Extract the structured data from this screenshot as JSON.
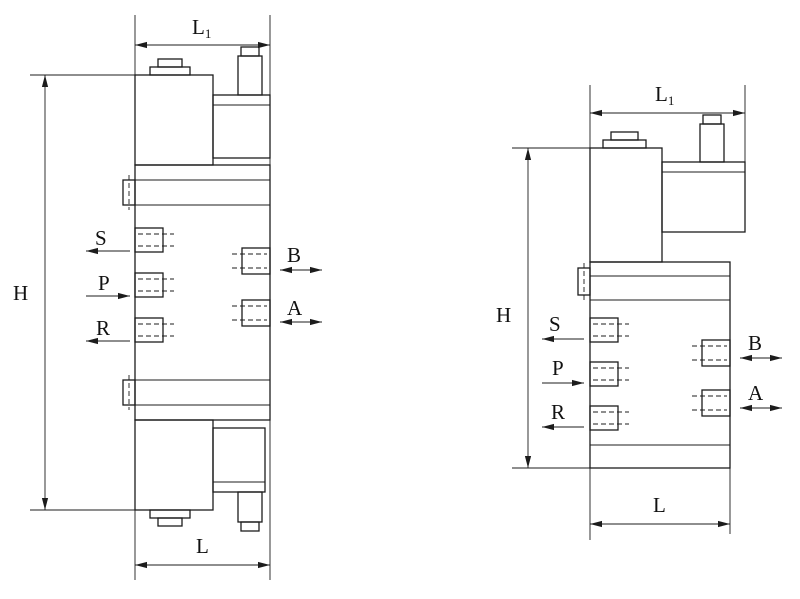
{
  "drawing": {
    "background": "#ffffff",
    "line_color": "#1c1c1c"
  },
  "figures": [
    {
      "id": "double-solenoid-valve-side-view",
      "labels": {
        "dim_width_top_main": "L",
        "dim_width_top_sub": "1",
        "dim_height": "H",
        "dim_width_bottom": "L",
        "port_s": "S",
        "port_p": "P",
        "port_r": "R",
        "port_b": "B",
        "port_a": "A"
      }
    },
    {
      "id": "single-solenoid-valve-side-view",
      "labels": {
        "dim_width_top_main": "L",
        "dim_width_top_sub": "1",
        "dim_height": "H",
        "dim_width_bottom": "L",
        "port_s": "S",
        "port_p": "P",
        "port_r": "R",
        "port_b": "B",
        "port_a": "A"
      }
    }
  ]
}
